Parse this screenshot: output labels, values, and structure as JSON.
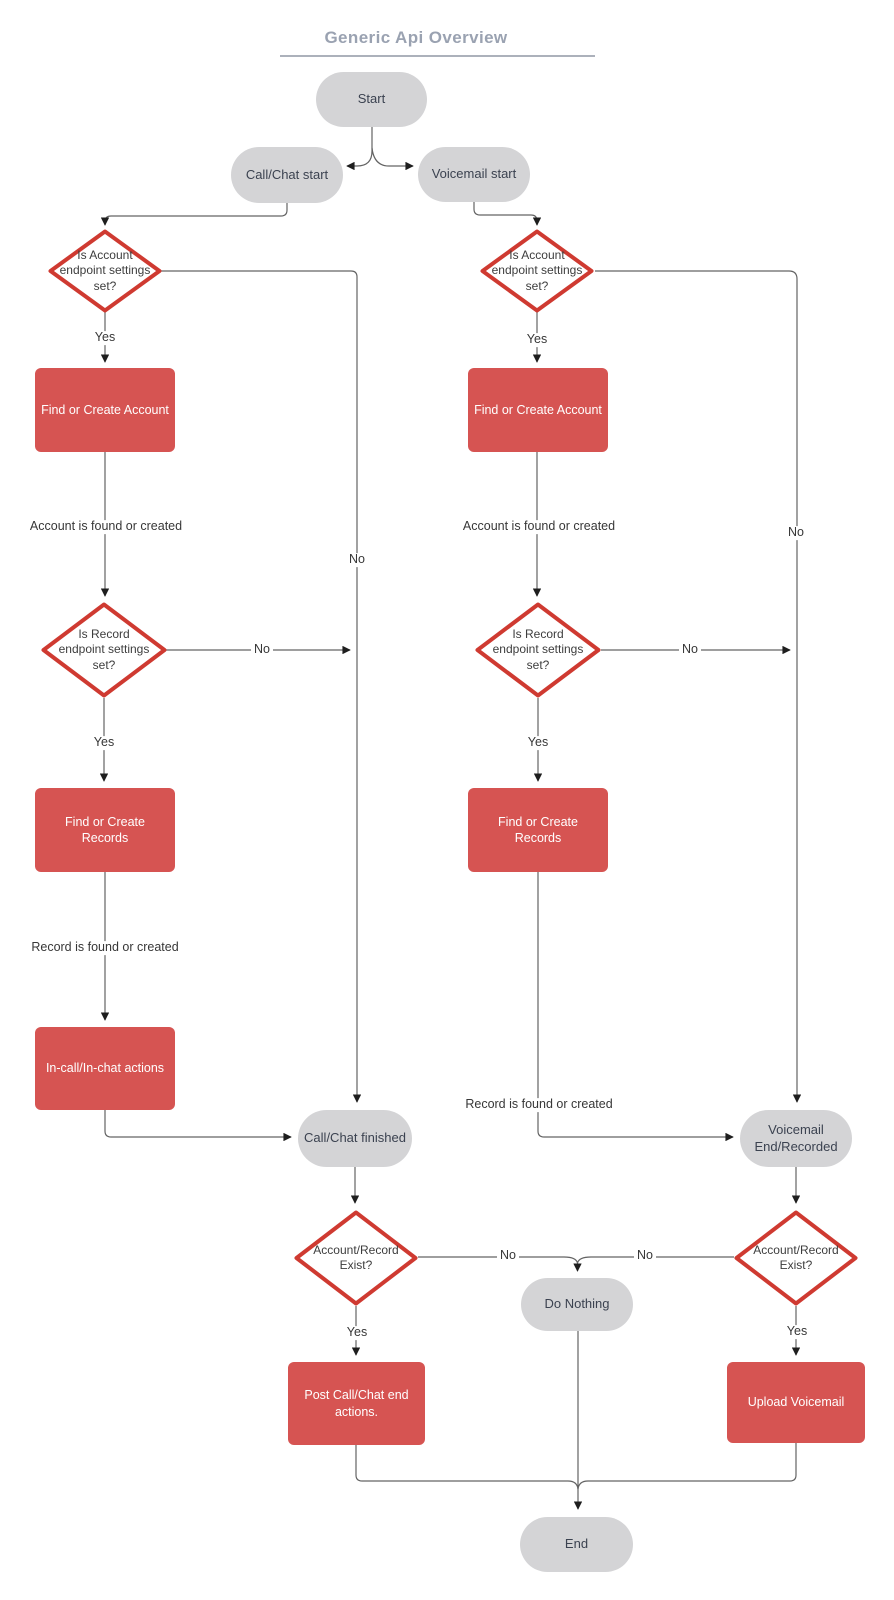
{
  "title": "Generic Api Overview",
  "nodes": {
    "start": "Start",
    "callchat_start": "Call/Chat start",
    "voicemail_start": "Voicemail start",
    "is_account_set": "Is Account\nendpoint settings\nset?",
    "find_create_account": "Find or Create Account",
    "is_record_set": "Is Record\nendpoint settings\nset?",
    "find_create_records": "Find or Create Records",
    "incall_actions": "In-call/In-chat actions",
    "callchat_finished": "Call/Chat finished",
    "voicemail_end": "Voicemail\nEnd/Recorded",
    "account_record_exist": "Account/Record\nExist?",
    "do_nothing": "Do Nothing",
    "post_callchat_end": "Post Call/Chat end\nactions.",
    "upload_voicemail": "Upload Voicemail",
    "end": "End"
  },
  "edge_labels": {
    "yes": "Yes",
    "no": "No",
    "account_found": "Account is found or created",
    "record_found": "Record is found or created"
  },
  "colors": {
    "process_fill": "#d65452",
    "decision_stroke": "#cf3a31",
    "terminal_fill": "#d4d4d6",
    "terminal_text": "#3b4250",
    "line": "#636363",
    "title": "#9aa2b1"
  }
}
